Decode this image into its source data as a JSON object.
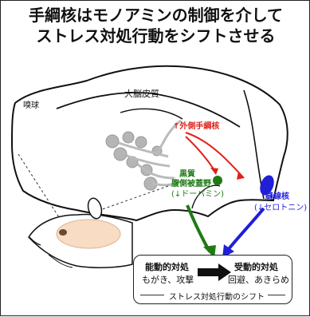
{
  "title": {
    "line1": "手綱核はモノアミンの制御を介して",
    "line2": "ストレス対処行動をシフトさせる"
  },
  "labels": {
    "cortex": "大脳皮質",
    "olfactory_bulb": "嗅球",
    "lateral_habenula": "↑外側手綱核",
    "substantia_nigra": "黒質",
    "vta": "腹側被蓋野",
    "dopamine": "(↓ドーパミン)",
    "raphe": "縫線核",
    "serotonin": "(↓セロトニン)"
  },
  "behavior_box": {
    "active_title": "能動的対処",
    "active_detail": "もがき、攻撃",
    "passive_title": "受動的対処",
    "passive_detail": "回避、あきらめ",
    "shift_caption": "ストレス対処行動のシフト"
  },
  "colors": {
    "habenula": "#e0201a",
    "vta": "#1f7a16",
    "raphe": "#1f1fd8",
    "ganglia": "#b5b5b5",
    "mouse_fill": "#f8dcc4"
  }
}
